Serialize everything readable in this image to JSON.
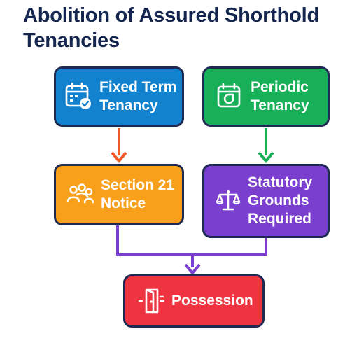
{
  "title": "Abolition of Assured Shorthold\nTenancies",
  "nodes": {
    "fixed_term": {
      "label": "Fixed Term\nTenancy",
      "icon": "calendar-check-icon",
      "color": "#1282cf"
    },
    "periodic": {
      "label": "Periodic\nTenancy",
      "icon": "calendar-cycle-icon",
      "color": "#17b058"
    },
    "section_21": {
      "label": "Section 21\nNotice",
      "icon": "people-icon",
      "color": "#f9a01b"
    },
    "statutory": {
      "label": "Statutory\nGrounds\nRequired",
      "icon": "scales-icon",
      "color": "#7b3fd0"
    },
    "possession": {
      "label": "Possession",
      "icon": "door-exit-icon",
      "color": "#ee3341"
    }
  },
  "connectors": [
    {
      "from": "fixed_term",
      "to": "section_21",
      "color": "#f05a28"
    },
    {
      "from": "periodic",
      "to": "statutory",
      "color": "#17b058"
    },
    {
      "from": "section_21",
      "to": "possession",
      "color": "#7b3fd0"
    },
    {
      "from": "statutory",
      "to": "possession",
      "color": "#7b3fd0"
    }
  ],
  "colors": {
    "title": "#14264f",
    "node_border": "#1f2a52",
    "background": "#ffffff"
  }
}
